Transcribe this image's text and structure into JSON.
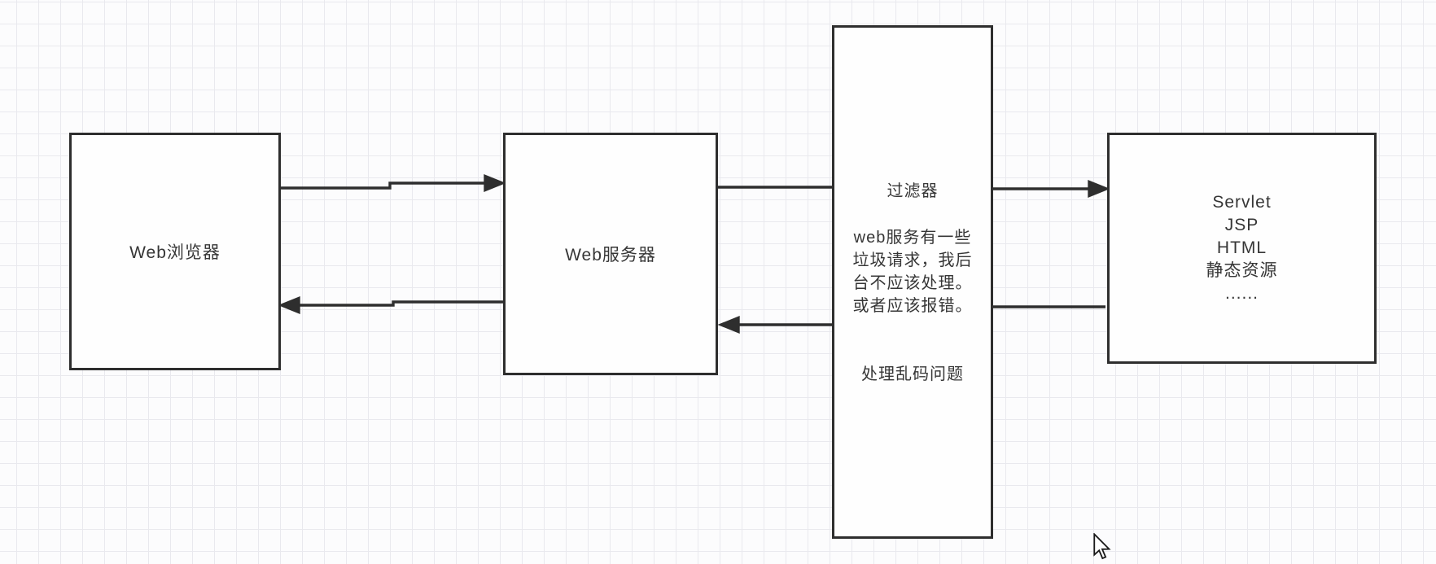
{
  "diagram": {
    "colors": {
      "stroke": "#2e2e2e",
      "grid": "#e9e9ee",
      "canvas": "#fcfcfd",
      "text": "#363636"
    },
    "nodes": {
      "browser": {
        "label": "Web浏览器"
      },
      "server": {
        "label": "Web服务器"
      },
      "filter": {
        "title": "过滤器",
        "body_lines": [
          "web服务有一些",
          "垃圾请求，我后",
          "台不应该处理。",
          "或者应该报错。"
        ],
        "footer": "处理乱码问题"
      },
      "backend": {
        "lines": [
          "Servlet",
          "JSP",
          "HTML",
          "静态资源",
          "......"
        ]
      }
    }
  }
}
